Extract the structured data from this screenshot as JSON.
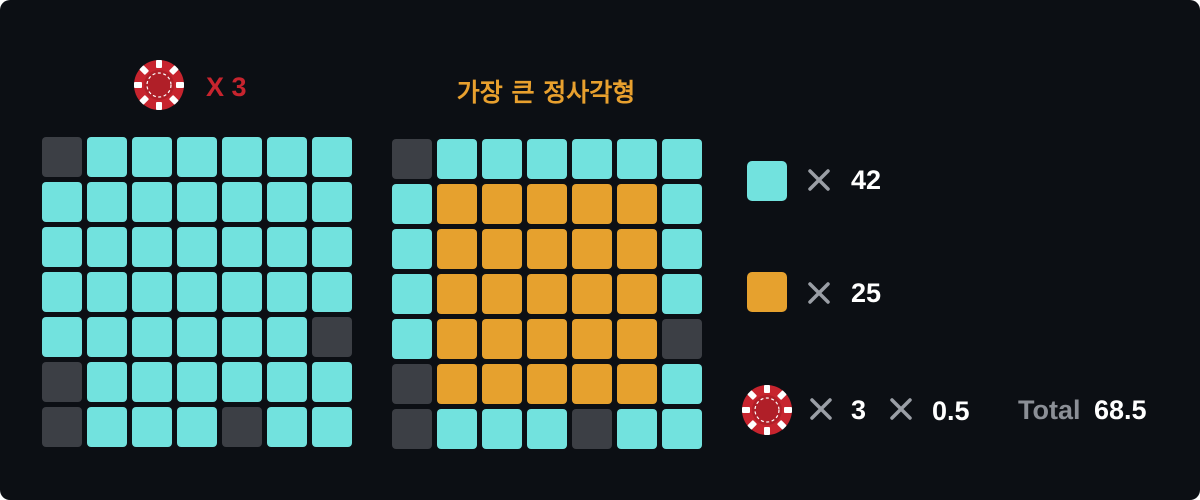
{
  "header": {
    "chip_multiplier_text": "X 3",
    "grid_title": "가장 큰 정사각형"
  },
  "left_grid": [
    [
      "dark",
      "cyan",
      "cyan",
      "cyan",
      "cyan",
      "cyan",
      "cyan"
    ],
    [
      "cyan",
      "cyan",
      "cyan",
      "cyan",
      "cyan",
      "cyan",
      "cyan"
    ],
    [
      "cyan",
      "cyan",
      "cyan",
      "cyan",
      "cyan",
      "cyan",
      "cyan"
    ],
    [
      "cyan",
      "cyan",
      "cyan",
      "cyan",
      "cyan",
      "cyan",
      "cyan"
    ],
    [
      "cyan",
      "cyan",
      "cyan",
      "cyan",
      "cyan",
      "cyan",
      "dark"
    ],
    [
      "dark",
      "cyan",
      "cyan",
      "cyan",
      "cyan",
      "cyan",
      "cyan"
    ],
    [
      "dark",
      "cyan",
      "cyan",
      "cyan",
      "dark",
      "cyan",
      "cyan"
    ]
  ],
  "right_grid": [
    [
      "dark",
      "cyan",
      "cyan",
      "cyan",
      "cyan",
      "cyan",
      "cyan"
    ],
    [
      "cyan",
      "orange",
      "orange",
      "orange",
      "orange",
      "orange",
      "cyan"
    ],
    [
      "cyan",
      "orange",
      "orange",
      "orange",
      "orange",
      "orange",
      "cyan"
    ],
    [
      "cyan",
      "orange",
      "orange",
      "orange",
      "orange",
      "orange",
      "cyan"
    ],
    [
      "cyan",
      "orange",
      "orange",
      "orange",
      "orange",
      "orange",
      "dark"
    ],
    [
      "dark",
      "orange",
      "orange",
      "orange",
      "orange",
      "orange",
      "cyan"
    ],
    [
      "dark",
      "cyan",
      "cyan",
      "cyan",
      "dark",
      "cyan",
      "cyan"
    ]
  ],
  "legend": {
    "cyan_count": "42",
    "orange_count": "25",
    "chip_count": "3",
    "multiplier": "0.5",
    "total_label": "Total",
    "total_value": "68.5"
  },
  "colors": {
    "background": "#0c0f14",
    "cyan": "#72e2de",
    "orange": "#e6a12e",
    "dark_cell": "#3c3f45",
    "chip_red": "#c7242e",
    "title_orange": "#e8a02e",
    "times_gray": "#9a9ea5"
  },
  "icons": {
    "chip": "poker-chip-icon",
    "times": "multiply-icon"
  }
}
